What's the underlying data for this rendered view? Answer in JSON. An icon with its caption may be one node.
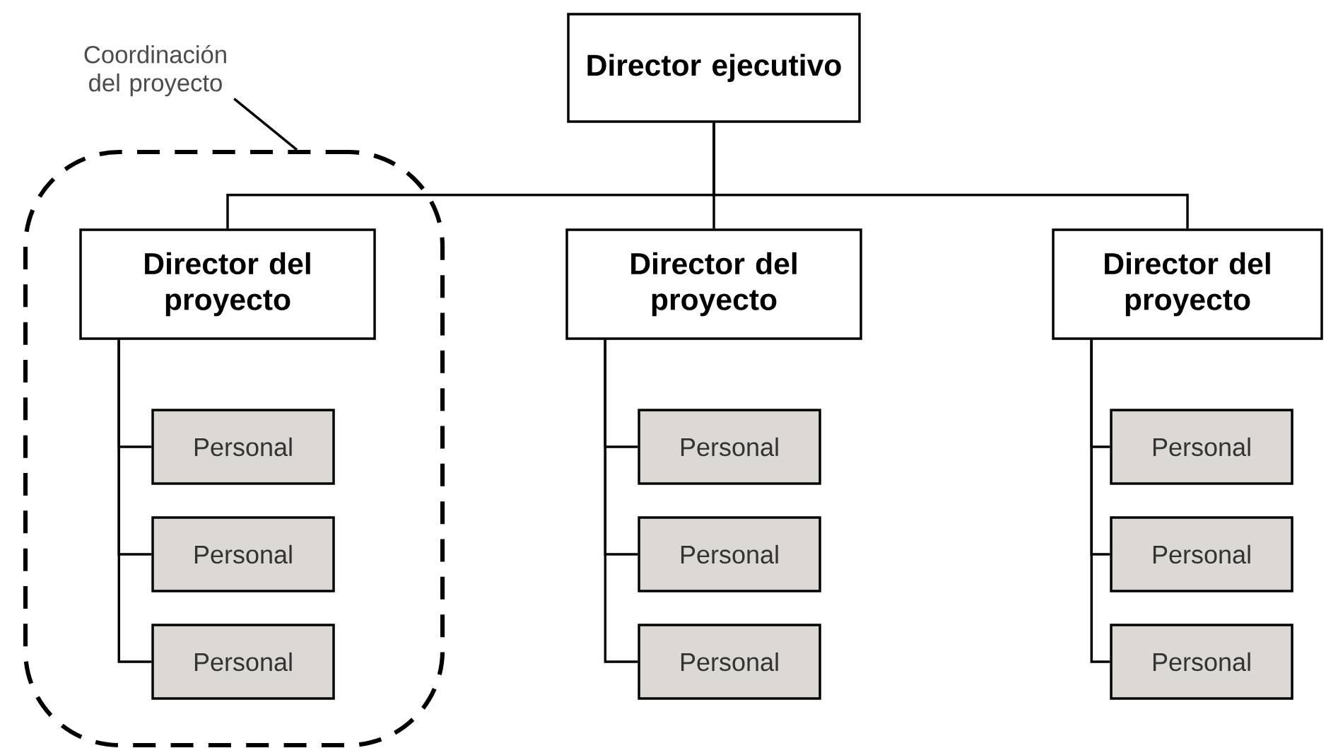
{
  "diagram": {
    "nodes": [
      {
        "text": [
          "Coordinación del proyecto"
        ]
      },
      {
        "text": [
          "Director ejecutivo"
        ]
      },
      {
        "text": [],
        "shape": "box"
      },
      {
        "text": [
          "Director del proyecto"
        ],
        "in": 2
      },
      {
        "text": [
          "Personal"
        ],
        "in": 2
      },
      {
        "text": [
          "Personal"
        ],
        "in": 2
      },
      {
        "text": [
          "Personal"
        ],
        "in": 2
      },
      {
        "text": [
          "Director del proyecto"
        ]
      },
      {
        "text": [
          "Personal"
        ]
      },
      {
        "text": [
          "Personal"
        ]
      },
      {
        "text": [
          "Personal"
        ]
      },
      {
        "text": [
          "Director del proyecto"
        ]
      },
      {
        "text": [
          "Personal"
        ]
      },
      {
        "text": [
          "Personal"
        ]
      },
      {
        "text": [
          "Personal"
        ]
      }
    ],
    "edges": [
      {
        "from": 0,
        "to": 2,
        "arrow": "none"
      },
      {
        "from": 1,
        "to": 3,
        "arrow": "none"
      },
      {
        "from": 1,
        "to": 7,
        "arrow": "none"
      },
      {
        "from": 1,
        "to": 11,
        "arrow": "none"
      },
      {
        "from": 3,
        "to": 4,
        "arrow": "none"
      },
      {
        "from": 3,
        "to": 5,
        "arrow": "none"
      },
      {
        "from": 3,
        "to": 6,
        "arrow": "none"
      },
      {
        "from": 7,
        "to": 8,
        "arrow": "none"
      },
      {
        "from": 7,
        "to": 9,
        "arrow": "none"
      },
      {
        "from": 7,
        "to": 10,
        "arrow": "none"
      },
      {
        "from": 11,
        "to": 12,
        "arrow": "none"
      },
      {
        "from": 11,
        "to": 13,
        "arrow": "none"
      },
      {
        "from": 11,
        "to": 14,
        "arrow": "none"
      }
    ]
  }
}
